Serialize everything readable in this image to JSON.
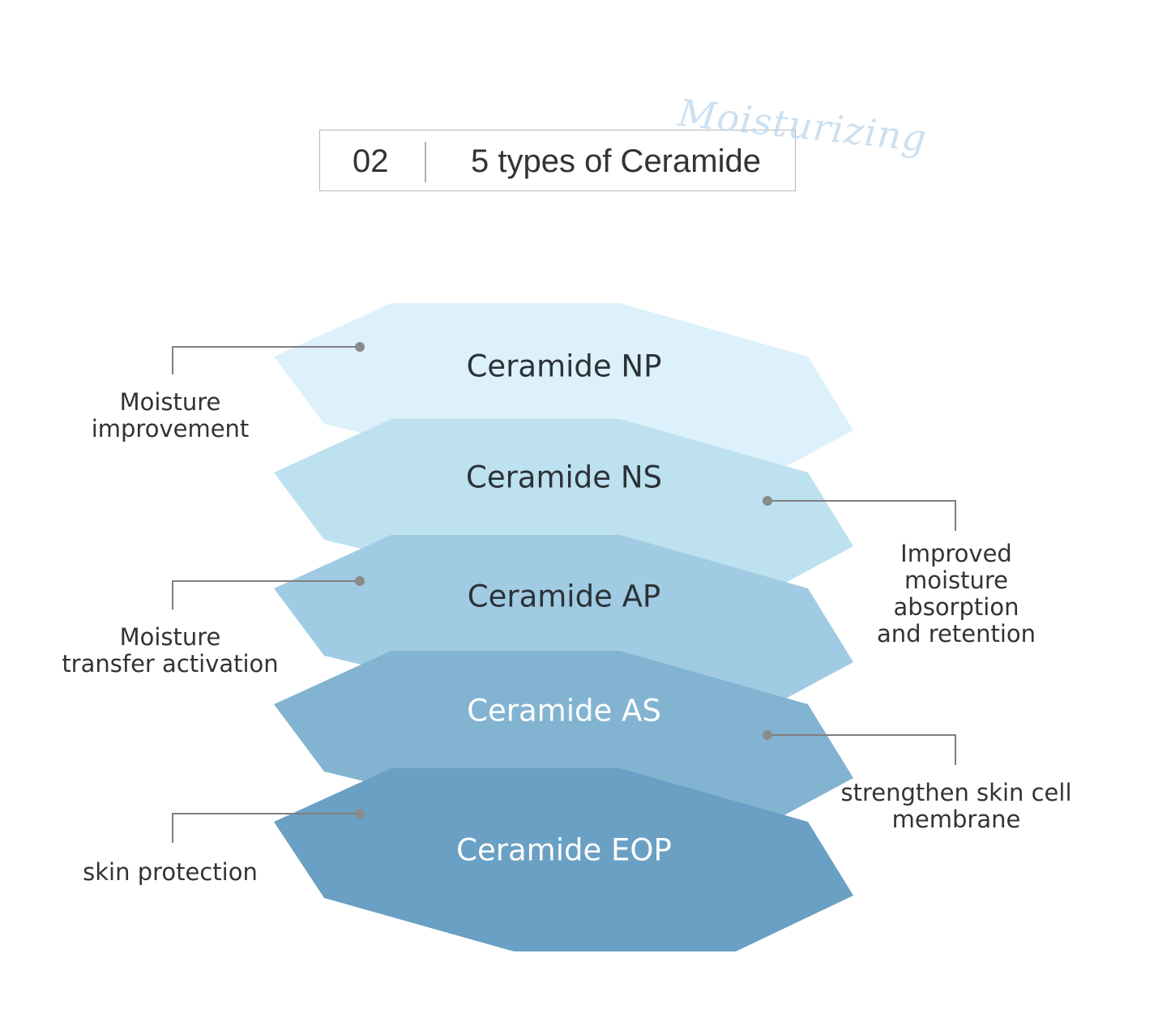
{
  "title": {
    "number": "02",
    "text": "5 types of Ceramide",
    "script_word": "Moisturizing"
  },
  "layers": [
    {
      "label": "Ceramide NP",
      "fill": "#dcf1fb",
      "text_color": "#2b3237"
    },
    {
      "label": "Ceramide NS",
      "fill": "#bde1ef",
      "text_color": "#2b3237"
    },
    {
      "label": "Ceramide AP",
      "fill": "#a0cbe3",
      "text_color": "#2b3237"
    },
    {
      "label": "Ceramide AS",
      "fill": "#82b4d2",
      "text_color": "#ffffff"
    },
    {
      "label": "Ceramide EOP",
      "fill": "#6aa0c3",
      "text_color": "#ffffff"
    }
  ],
  "annotations": {
    "moisture_improvement": [
      "Moisture",
      "improvement"
    ],
    "moisture_transfer": [
      "Moisture",
      "transfer activation"
    ],
    "skin_protection": [
      "skin protection"
    ],
    "improved_absorption": [
      "Improved",
      "moisture",
      "absorption",
      "and retention"
    ],
    "strengthen_membrane": [
      "strengthen skin cell",
      "membrane"
    ]
  },
  "colors": {
    "connector": "#7f7f7f",
    "dot": "#8a8a8a"
  }
}
